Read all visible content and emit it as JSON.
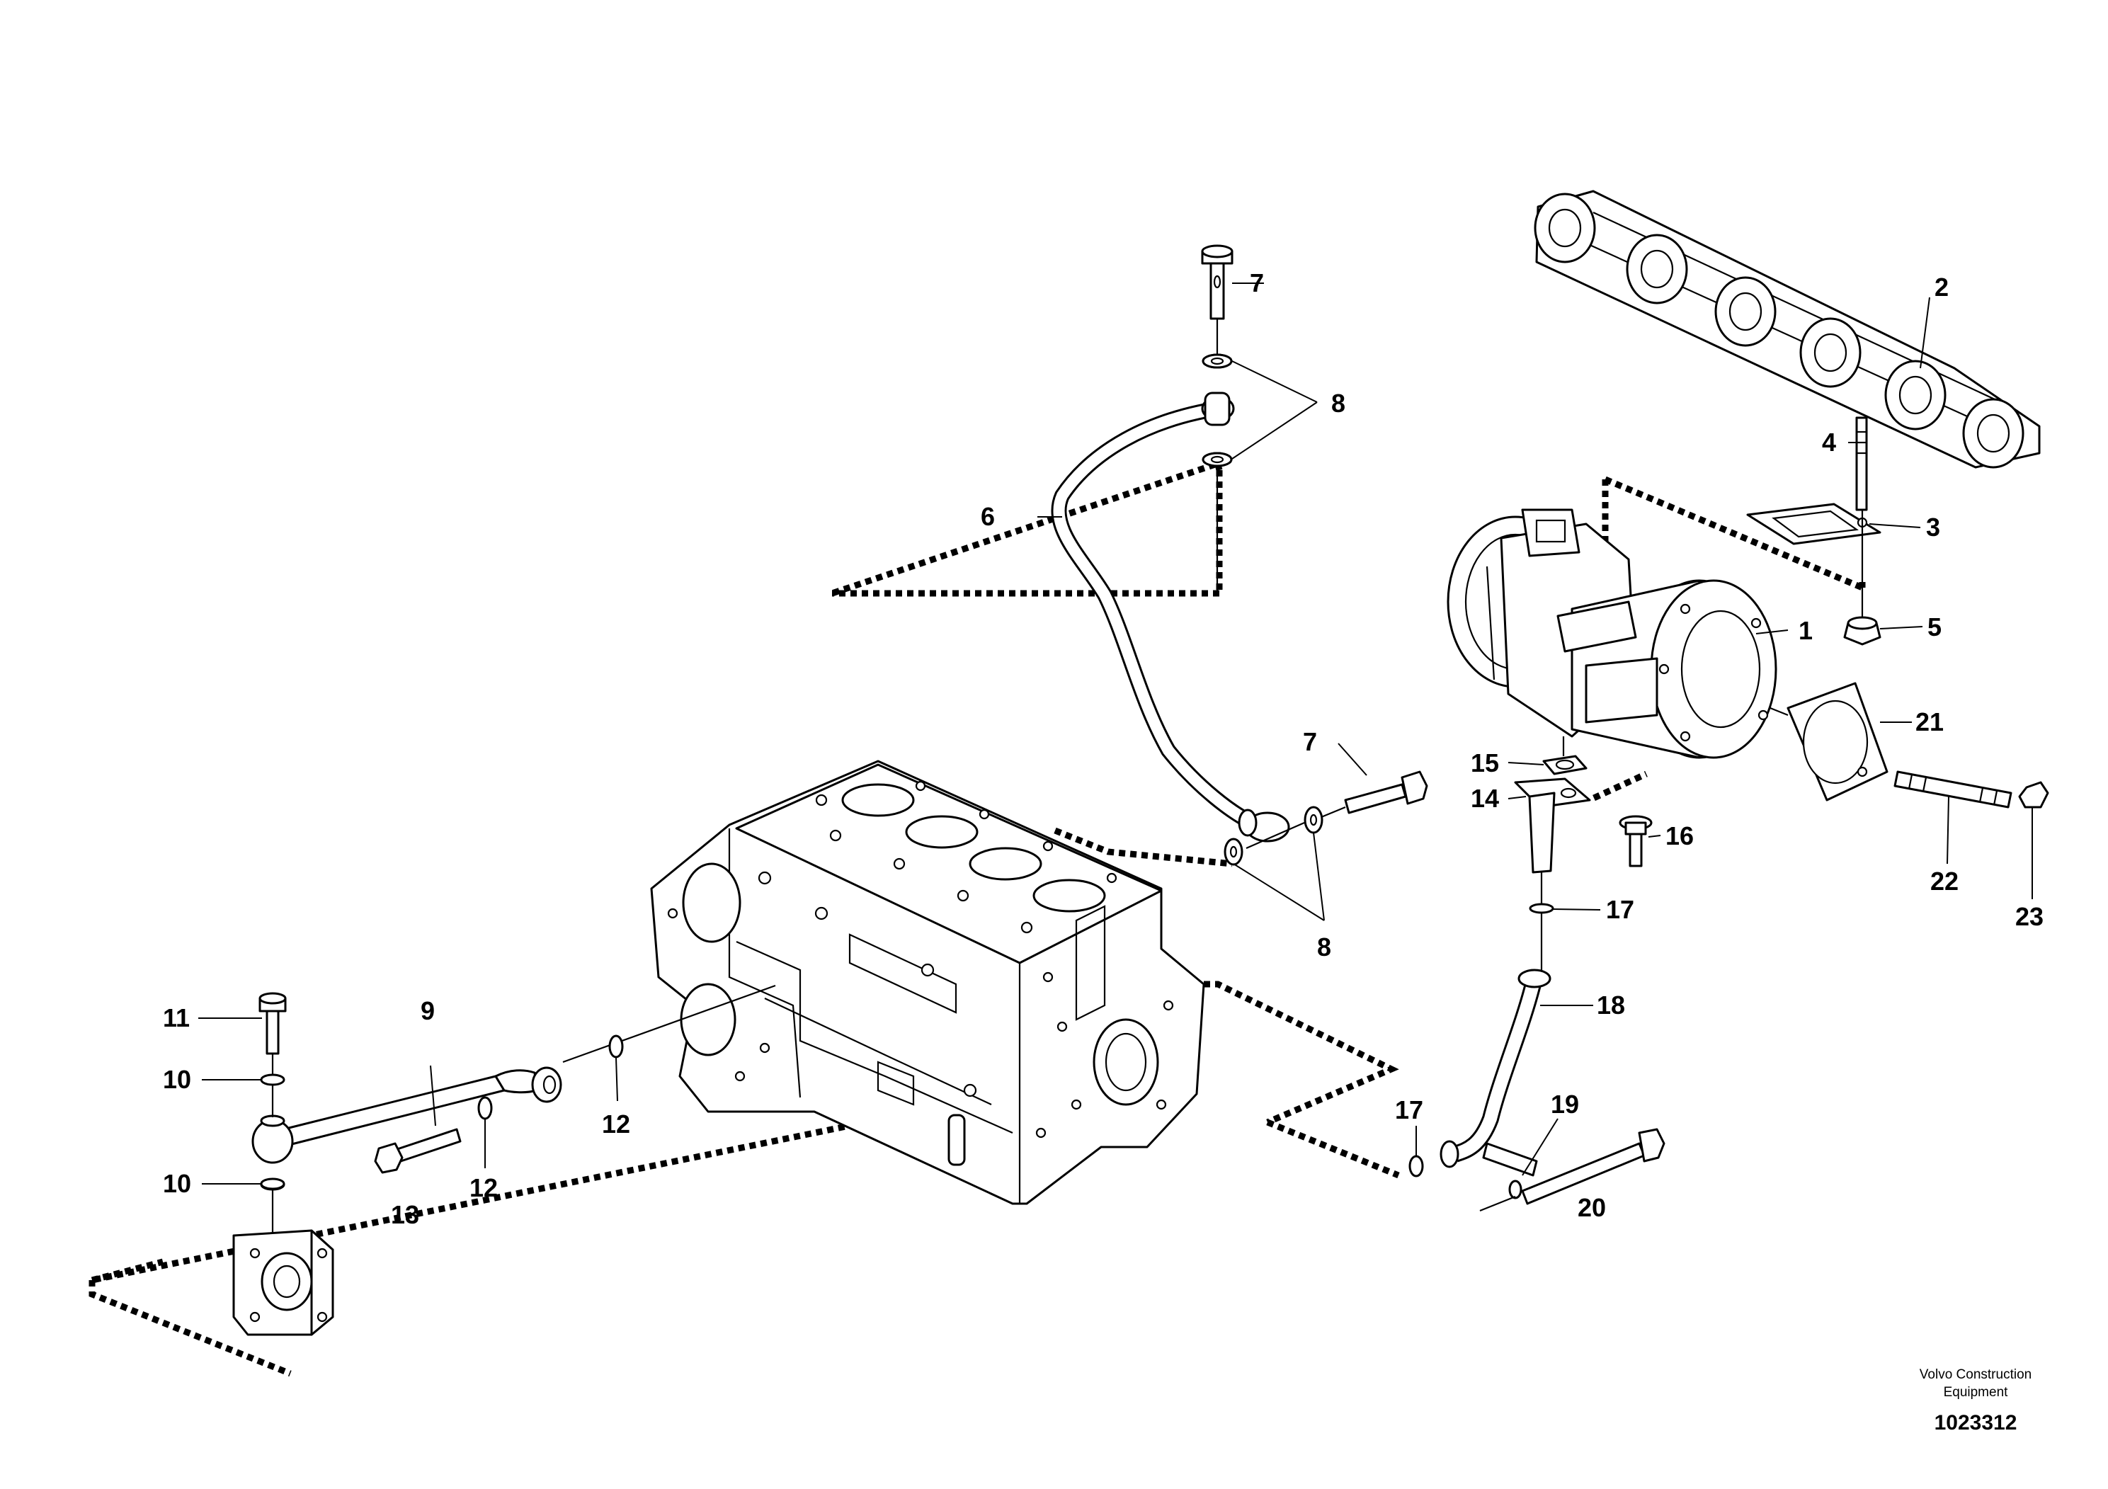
{
  "callouts": [
    {
      "id": "c1",
      "label": "1"
    },
    {
      "id": "c2",
      "label": "2"
    },
    {
      "id": "c3",
      "label": "3"
    },
    {
      "id": "c4",
      "label": "4"
    },
    {
      "id": "c5",
      "label": "5"
    },
    {
      "id": "c6",
      "label": "6"
    },
    {
      "id": "c7a",
      "label": "7"
    },
    {
      "id": "c7b",
      "label": "7"
    },
    {
      "id": "c8a",
      "label": "8"
    },
    {
      "id": "c8b",
      "label": "8"
    },
    {
      "id": "c9",
      "label": "9"
    },
    {
      "id": "c10a",
      "label": "10"
    },
    {
      "id": "c10b",
      "label": "10"
    },
    {
      "id": "c11",
      "label": "11"
    },
    {
      "id": "c12a",
      "label": "12"
    },
    {
      "id": "c12b",
      "label": "12"
    },
    {
      "id": "c13",
      "label": "13"
    },
    {
      "id": "c14",
      "label": "14"
    },
    {
      "id": "c15",
      "label": "15"
    },
    {
      "id": "c16",
      "label": "16"
    },
    {
      "id": "c17a",
      "label": "17"
    },
    {
      "id": "c17b",
      "label": "17"
    },
    {
      "id": "c18",
      "label": "18"
    },
    {
      "id": "c19",
      "label": "19"
    },
    {
      "id": "c20",
      "label": "20"
    },
    {
      "id": "c21",
      "label": "21"
    },
    {
      "id": "c22",
      "label": "22"
    },
    {
      "id": "c23",
      "label": "23"
    }
  ],
  "footer": {
    "credit_line1": "Volvo Construction",
    "credit_line2": "Equipment",
    "drawing_number": "1023312"
  }
}
